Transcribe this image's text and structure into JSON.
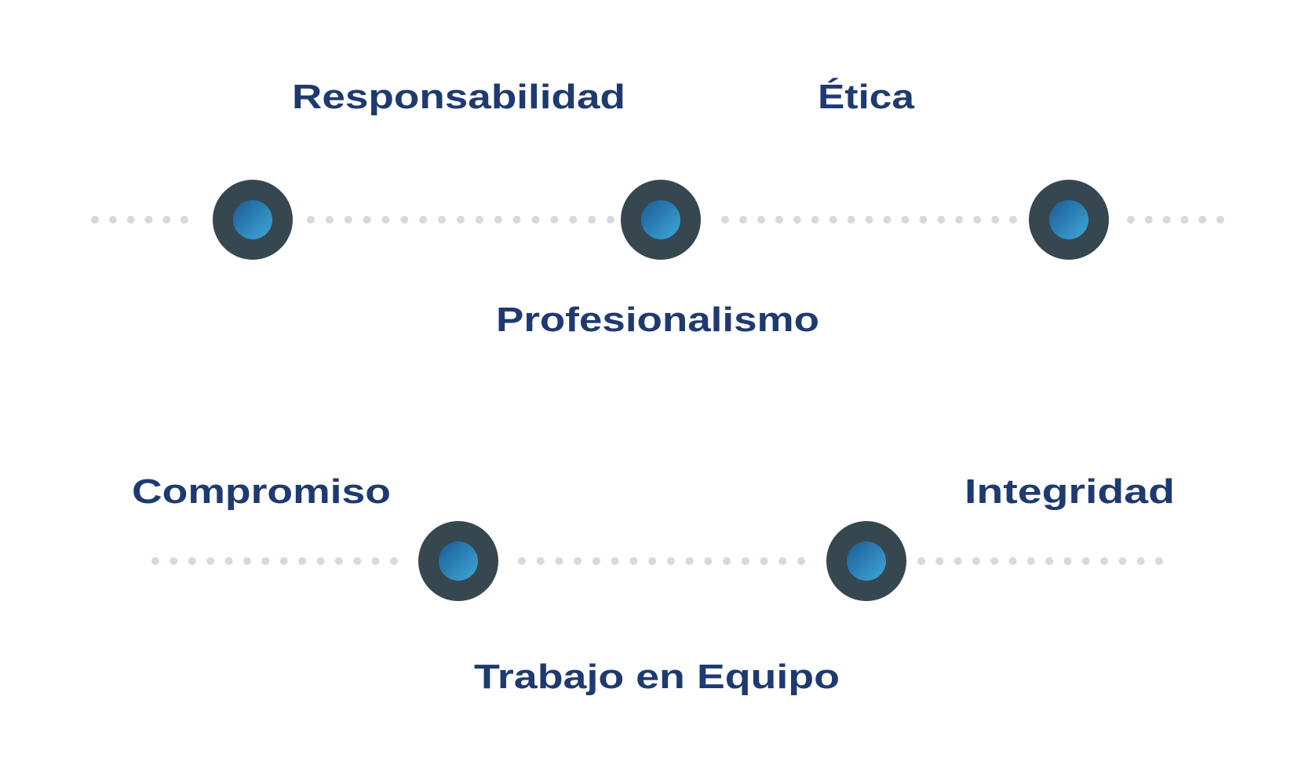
{
  "colors": {
    "text": "#1e3a70",
    "node_outer": "#36474f",
    "node_inner_start": "#1a5a98",
    "node_inner_end": "#3fa9d6",
    "dots": "#d3dbe0"
  },
  "values": {
    "responsabilidad": "Responsabilidad",
    "etica": "Ética",
    "profesionalismo": "Profesionalismo",
    "compromiso": "Compromiso",
    "integridad": "Integridad",
    "trabajo_en_equipo": "Trabajo en Equipo"
  }
}
